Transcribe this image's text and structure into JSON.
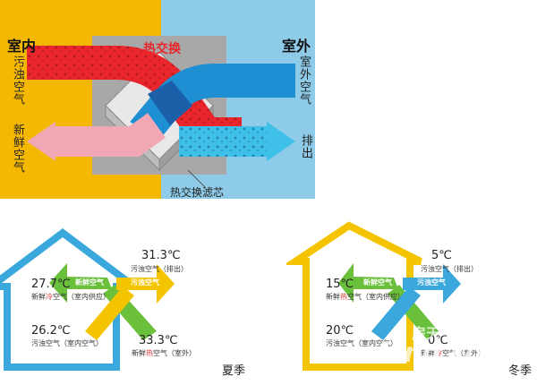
{
  "top": {
    "indoor_label": "室内",
    "outdoor_label": "室外",
    "exchange_label": "热交换",
    "polluted_air": "污浊空气",
    "fresh_air": "新鲜空气",
    "outdoor_air": "室外空气",
    "exhaust": "排出",
    "core_label": "热交换滤芯"
  },
  "summer": {
    "season": "夏季",
    "t_out_top": "31.3℃",
    "d_out_top": "污浊空气（排出）",
    "t_fresh": "27.7℃",
    "d_fresh_pre": "新鲜",
    "d_fresh_hl": "冷",
    "d_fresh_post": "空气（室内供应）",
    "t_in_bottom": "26.2℃",
    "d_in_bottom": "污浊空气（室内空气）",
    "t_out_bottom": "33.3℃",
    "d_out_bottom_pre": "新鲜",
    "d_out_bottom_hl": "热",
    "d_out_bottom_post": "空气（室外）",
    "arrow_fresh": "新鲜空气",
    "arrow_polluted": "污浊空气"
  },
  "winter": {
    "season": "冬季",
    "t_out_top": "5℃",
    "d_out_top": "污浊空气（排出）",
    "t_fresh": "15℃",
    "d_fresh_pre": "新鲜",
    "d_fresh_hl": "热",
    "d_fresh_post": "空气（室内供应）",
    "t_in_bottom": "20℃",
    "d_in_bottom": "污浊空气（室内空气）",
    "t_out_bottom": "0℃",
    "d_out_bottom_pre": "新鲜",
    "d_out_bottom_hl": "冷",
    "d_out_bottom_post": "空气（室外）",
    "arrow_fresh": "新鲜空气",
    "arrow_polluted": "污浊空气"
  },
  "watermark": {
    "brand": "fang.com",
    "cn": "房天下"
  },
  "colors": {
    "indoor_bg": "#f5b800",
    "outdoor_bg": "#8ecbe8",
    "red_flow": "#e8262b",
    "blue_flow": "#1f8fd3",
    "pink_flow": "#f2a8b4",
    "cyan_flow": "#3fc0e8",
    "summer_house": "#3aa8dc",
    "winter_house": "#f5c400",
    "arrow_green": "#6abf3b",
    "arrow_yellow": "#f5c400",
    "arrow_blue": "#3aa8dc"
  }
}
